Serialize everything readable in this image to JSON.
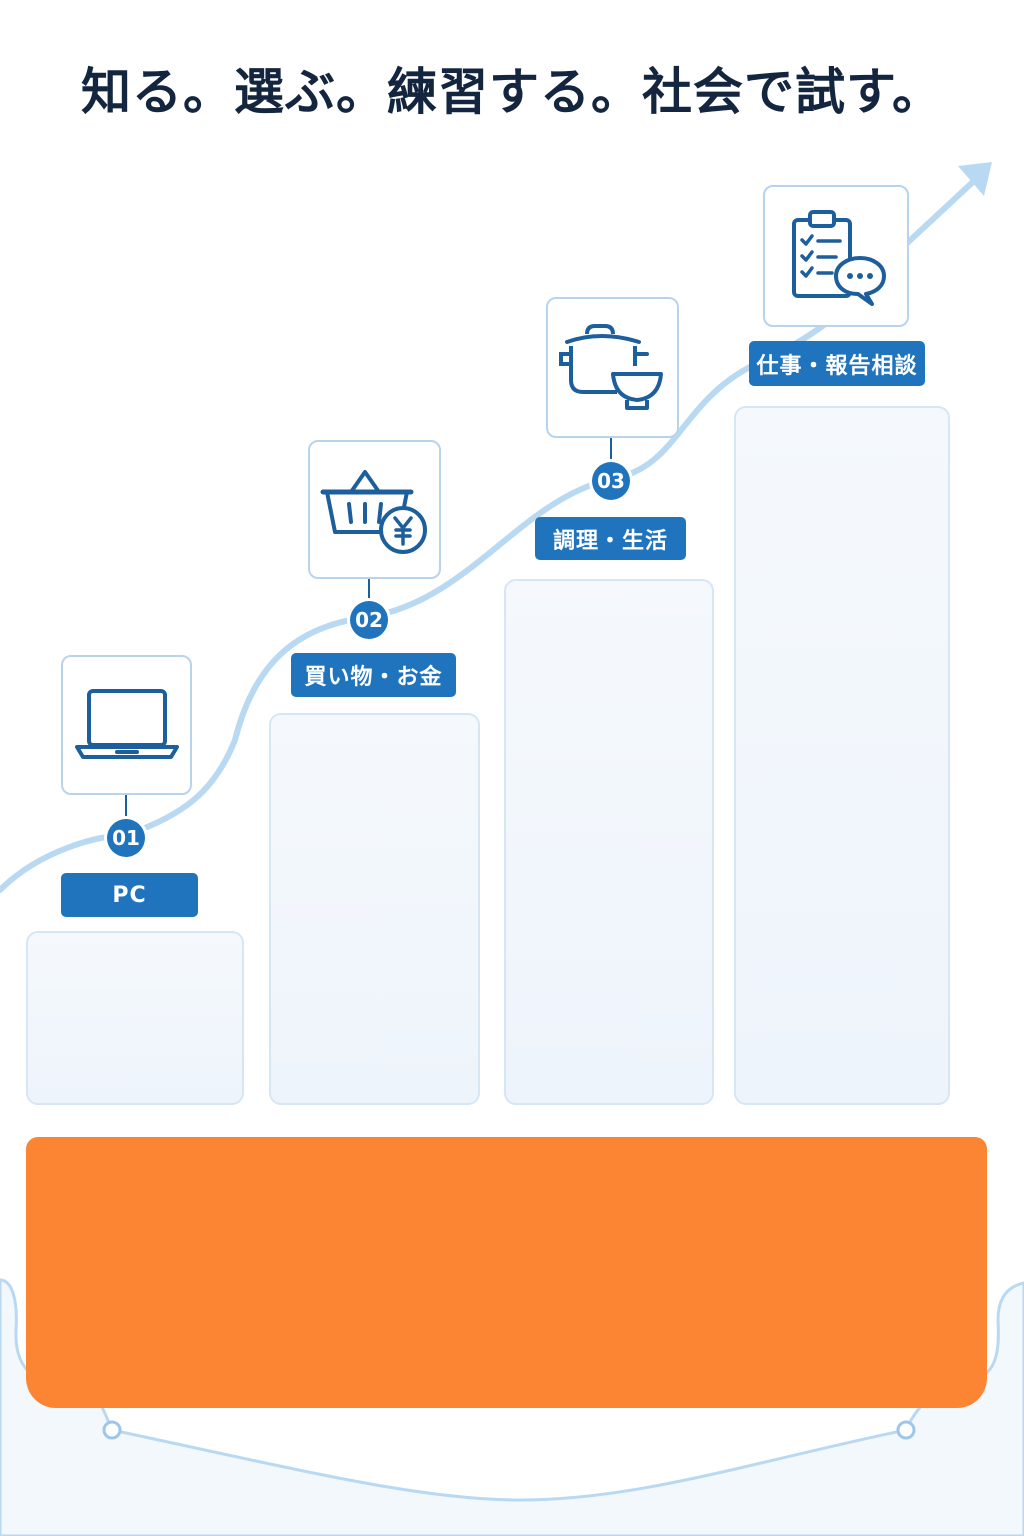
{
  "headline": "知る。選ぶ。練習する。社会で試す。",
  "steps": [
    {
      "number": "01",
      "label": "PC",
      "icon": "laptop-icon"
    },
    {
      "number": "02",
      "label": "買い物・お金",
      "icon": "shopping-basket-yen-icon"
    },
    {
      "number": "03",
      "label": "調理・生活",
      "icon": "cooking-pot-bowl-icon"
    },
    {
      "number": "",
      "label": "仕事・報告相談",
      "icon": "clipboard-chat-icon"
    }
  ],
  "colors": {
    "accent_blue": "#1f74bd",
    "dark_navy": "#14263f",
    "path_light_blue": "#b9d9f3",
    "cta_orange": "#fb8533"
  }
}
